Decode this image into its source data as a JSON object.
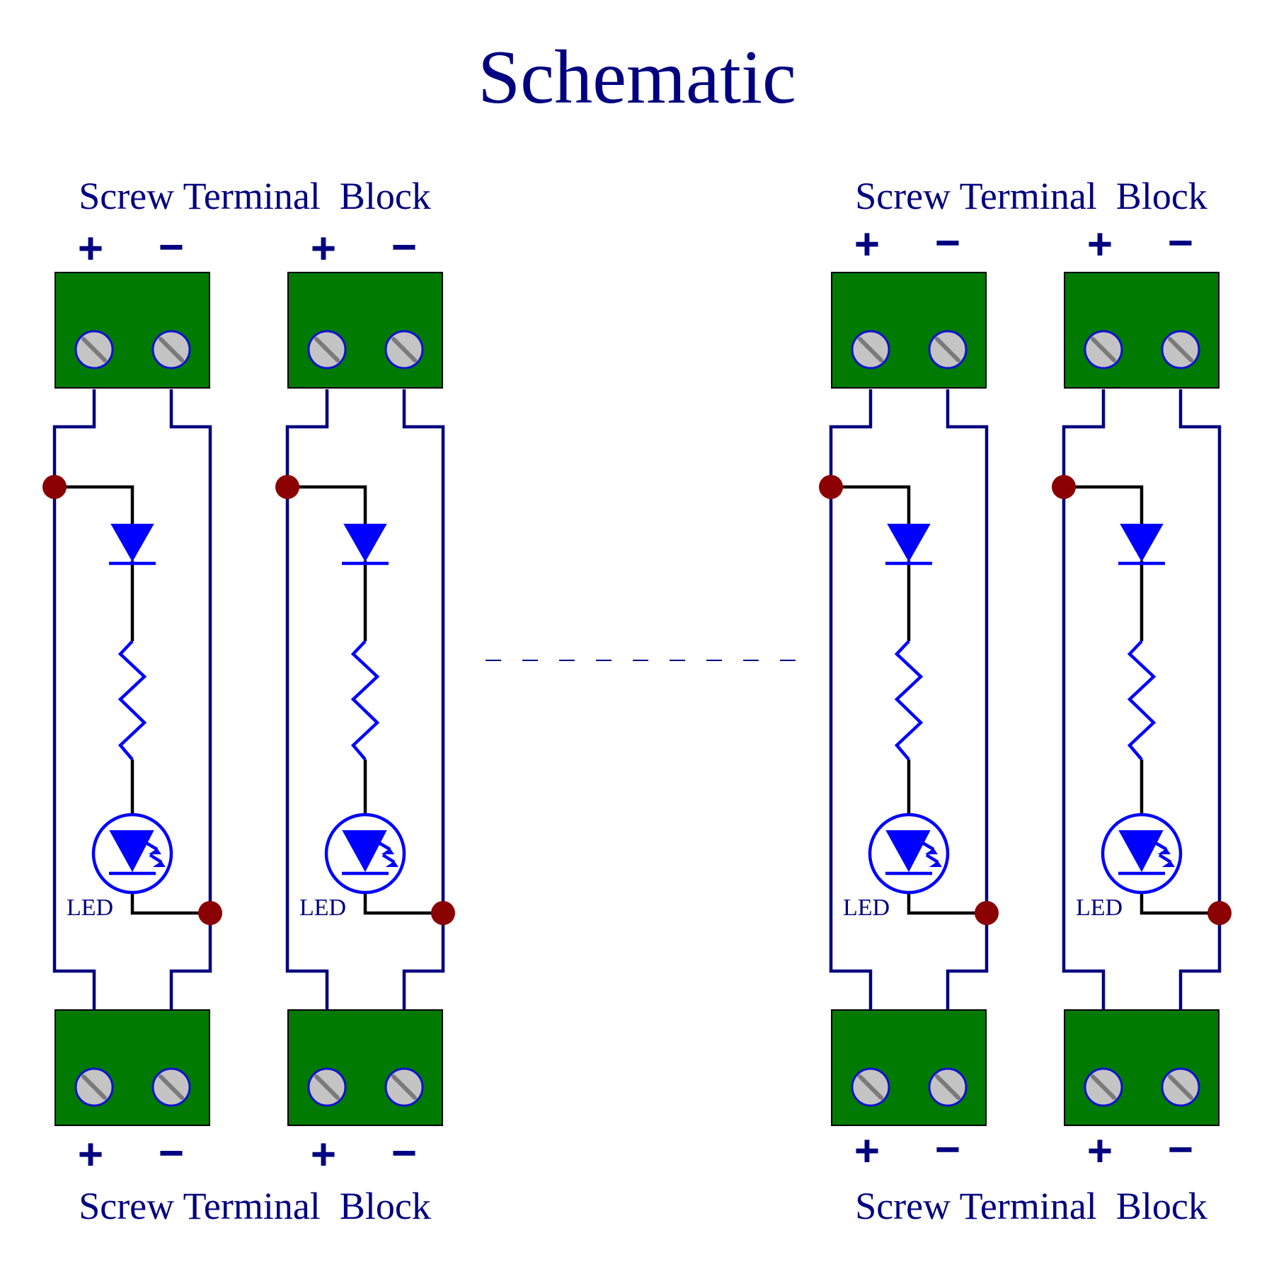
{
  "title": "Schematic",
  "labels": {
    "top_left": "Screw Terminal  Block",
    "top_right": "Screw Terminal  Block",
    "bottom_left": "Screw Terminal  Block",
    "bottom_right": "Screw Terminal  Block"
  },
  "polarity": {
    "plus": "+",
    "minus": "−"
  },
  "led_label": "LED",
  "units": 4,
  "colors": {
    "text": "#000080",
    "wire": "#000080",
    "component": "#0000ff",
    "terminal_block": "#007a00",
    "screw": "#c4c4c4",
    "junction": "#8b0000"
  },
  "icons": [
    "screw-terminal-block",
    "diode",
    "resistor",
    "led",
    "junction-dot"
  ]
}
